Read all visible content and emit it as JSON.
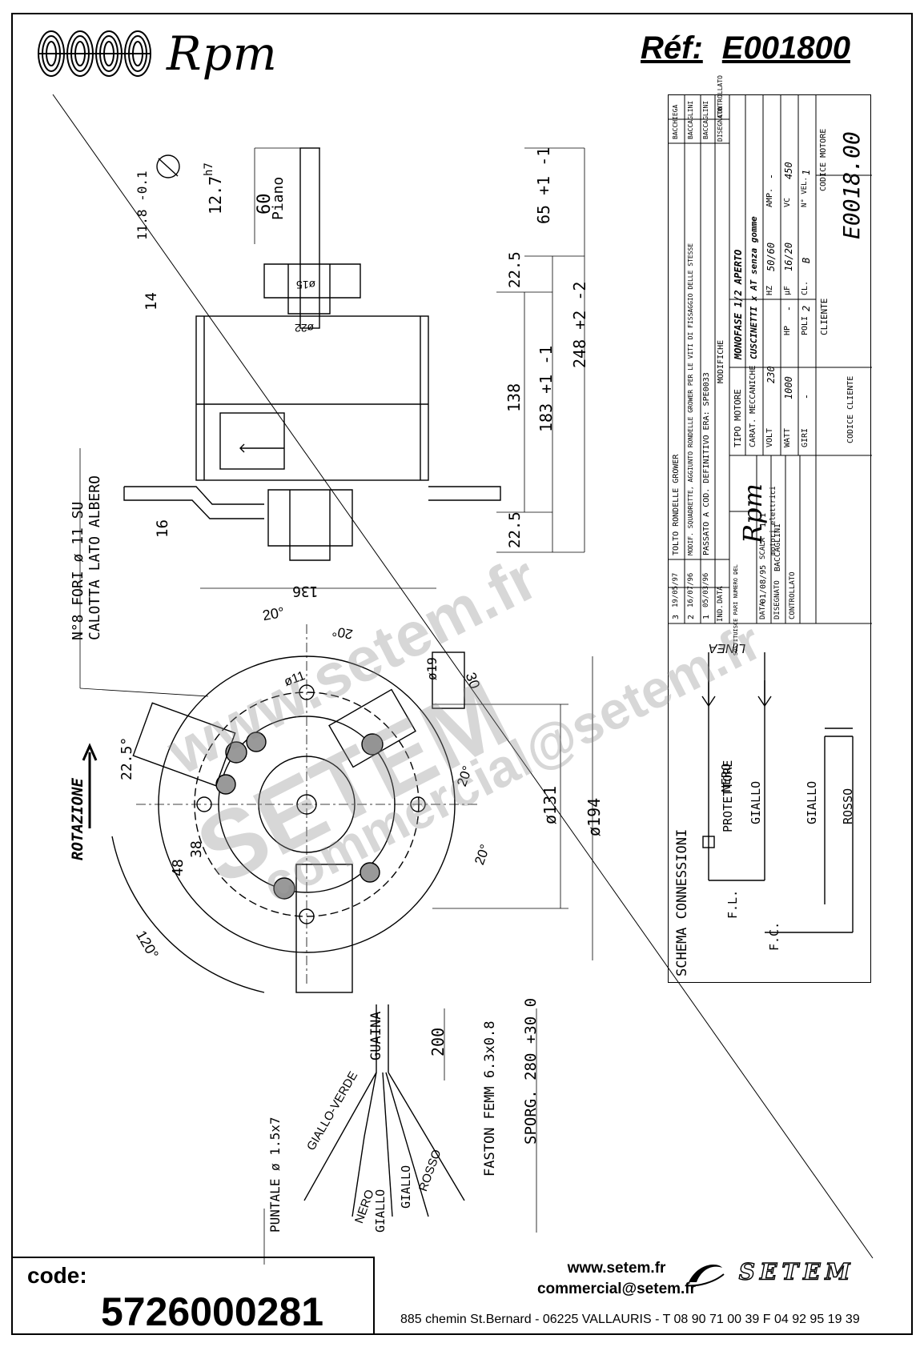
{
  "header": {
    "brand": "Rpm",
    "ref_label": "Réf:",
    "ref_value": "E001800"
  },
  "dimensions": {
    "shaft_len": "60",
    "shaft_note": "Piano",
    "d1": "12.7",
    "d2": "h7",
    "d3": "11.8 -0.1",
    "top_len": "65 +1 -1",
    "total_len": "248 +2 -2",
    "d_22_5_top": "22.5",
    "d_22_5_bottom": "22.5",
    "d_138": "138",
    "d_183": "183 +1 -1",
    "d_14": "14",
    "d_16": "16",
    "d_phi15": "ø15",
    "d_phi22": "ø22",
    "d_136": "136",
    "d_20a": "20°",
    "d_20b": "20°",
    "d_20c": "20°",
    "d_20d": "20°",
    "d_phi11": "ø11",
    "d_phi19": "ø19",
    "d_30": "30",
    "d_22_5_ang": "22.5°",
    "d_131": "ø131",
    "d_194": "ø194",
    "d_48": "48",
    "d_38": "38",
    "d_120": "120°",
    "holes_note_1": "N°8 FORI ø 11 SU",
    "holes_note_2": "CALOTTA LATO ALBERO",
    "rotation": "ROTAZIONE"
  },
  "cable": {
    "guaina": "GUAINA",
    "len_200": "200",
    "faston": "FASTON FEMM 6.3x0.8",
    "sporg": "SPORG. 280 +30 0",
    "puntale": "PUNTALE ø 1.5x7",
    "wires": [
      "GIALLO-VERDE",
      "NERO",
      "GIALLO",
      "GIALLO",
      "ROSSO"
    ]
  },
  "schema": {
    "title": "SCHEMA CONNESSIONI",
    "linea": "LINEA",
    "nero": "NERO",
    "protettore": "PROTETTORE",
    "giallo1": "GIALLO",
    "giallo2": "GIALLO",
    "rosso": "ROSSO",
    "fl": "F.L.",
    "fc": "F.C."
  },
  "title_block": {
    "modifiche": [
      {
        "ind": "3",
        "data": "19/05/97",
        "desc": "TOLTO RONDELLE GROWER",
        "dis": "BACCHIEGA"
      },
      {
        "ind": "2",
        "data": "16/07/96",
        "desc": "MODIF. SQUADRETTE, AGGIUNTO RONDELLE GROWER PER LE VITI DI FISSAGGIO DELLE STESSE",
        "dis": "BACCAGLINI"
      },
      {
        "ind": "1",
        "data": "05/03/96",
        "desc": "PASSATO A COD. DEFINITIVO ERA: SPE0033",
        "dis": "BACCAGLINI"
      }
    ],
    "col_ind": "IND.",
    "col_data": "DATA",
    "col_modifiche": "MODIFICHE",
    "col_disegnato": "DISEGNATO",
    "col_controllato": "CONTROLLATO",
    "tipo_motore_label": "TIPO MOTORE",
    "tipo_motore": "MONOFASE 1/2 APERTO",
    "carat_label": "CARAT. MECCANICHE",
    "carat": "CUSCINETTI x AT senza gomme",
    "volt_label": "VOLT",
    "volt": "230",
    "hz_label": "HZ",
    "hz": "50/60",
    "amp_label": "AMP.",
    "amp": "-",
    "watt_label": "WATT",
    "watt": "1000",
    "hp_label": "HP",
    "hp": "-",
    "uf_label": "µF",
    "uf": "16/20",
    "vc_label": "VC",
    "vc": "450",
    "giri_label": "GIRI",
    "giri": "-",
    "poli_label": "POLI",
    "poli": "2",
    "cl_label": "CL.",
    "cl": "B",
    "nvel_label": "N° VEL.",
    "nvel": "1",
    "cliente_label": "CLIENTE",
    "codice_motore_label": "CODICE MOTORE",
    "codice_motore": "E0018.00",
    "codice_cliente_label": "CODICE CLIENTE",
    "rpm_brand": "Rpm",
    "rpm_sub": "motori elettrici",
    "sostituisce_label": "SOSTITUISCE PARI NUMERO DEL",
    "sostituisce": "-",
    "data_label": "DATA",
    "data": "01/08/95",
    "scala_label": "SCALA",
    "scala": "1/1",
    "disegnato_label": "DISEGNATO",
    "disegnato": "BACCAGLINI",
    "controllato_label": "CONTROLLATO"
  },
  "footer": {
    "code_label": "code:",
    "code_value": "5726000281",
    "web": "www.setem.fr",
    "email": "commercial@setem.fr",
    "address": "885 chemin St.Bernard  -  06225 VALLAURIS  -  T 08 90 71 00 39   F 04 92 95 19 39",
    "setem_brand": "SETEM"
  },
  "watermarks": [
    "www.setem.fr",
    "SETEM",
    "commercial@setem.fr"
  ]
}
